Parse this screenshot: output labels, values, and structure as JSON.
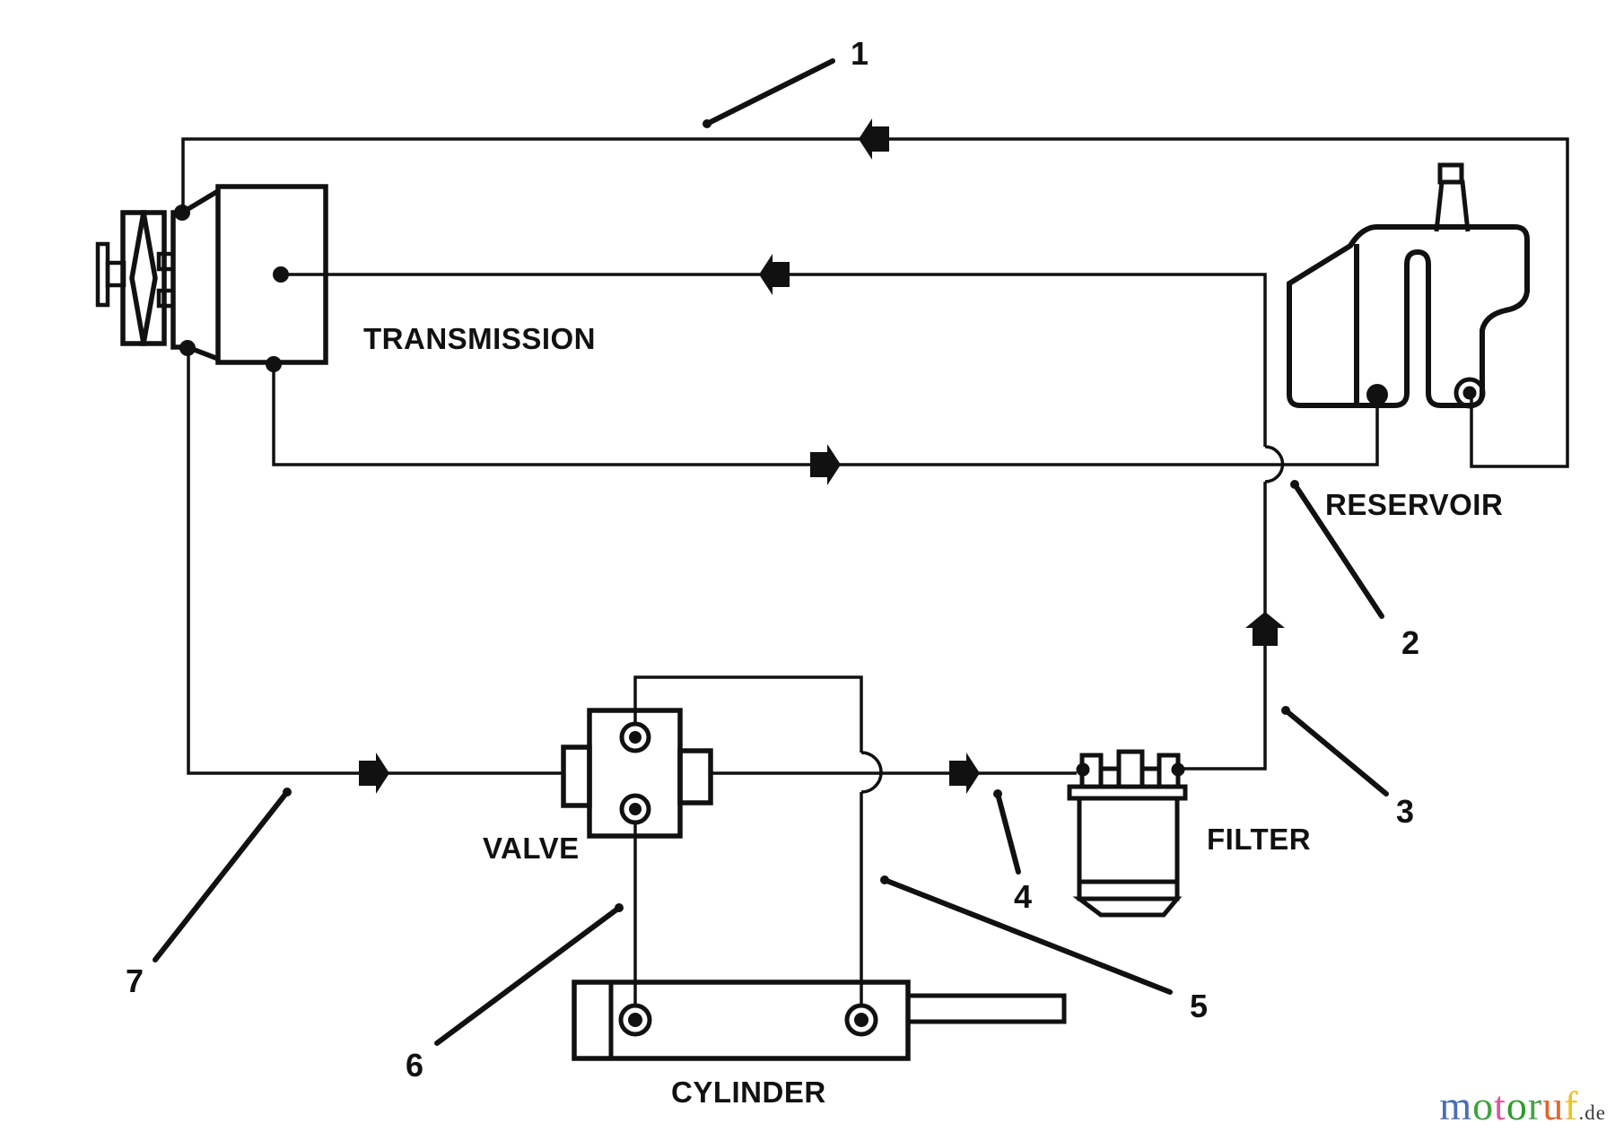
{
  "diagram": {
    "labels": {
      "transmission": "TRANSMISSION",
      "reservoir": "RESERVOIR",
      "valve": "VALVE",
      "filter": "FILTER",
      "cylinder": "CYLINDER"
    },
    "callouts": {
      "1": "1",
      "2": "2",
      "3": "3",
      "4": "4",
      "5": "5",
      "6": "6",
      "7": "7"
    }
  },
  "watermark": {
    "m": "m",
    "o1": "o",
    "t": "t",
    "o2": "o",
    "r": "r",
    "u": "u",
    "f": "f",
    "domain": ".de"
  },
  "colors": {
    "ink": "#111111",
    "background": "#ffffff",
    "watermark_m": "#4a6db5",
    "watermark_o": "#3fa33f",
    "watermark_t": "#e0559f",
    "watermark_r": "#48a048",
    "watermark_u": "#e2662a",
    "watermark_f": "#ecc229",
    "watermark_de": "#3a3a3a"
  }
}
